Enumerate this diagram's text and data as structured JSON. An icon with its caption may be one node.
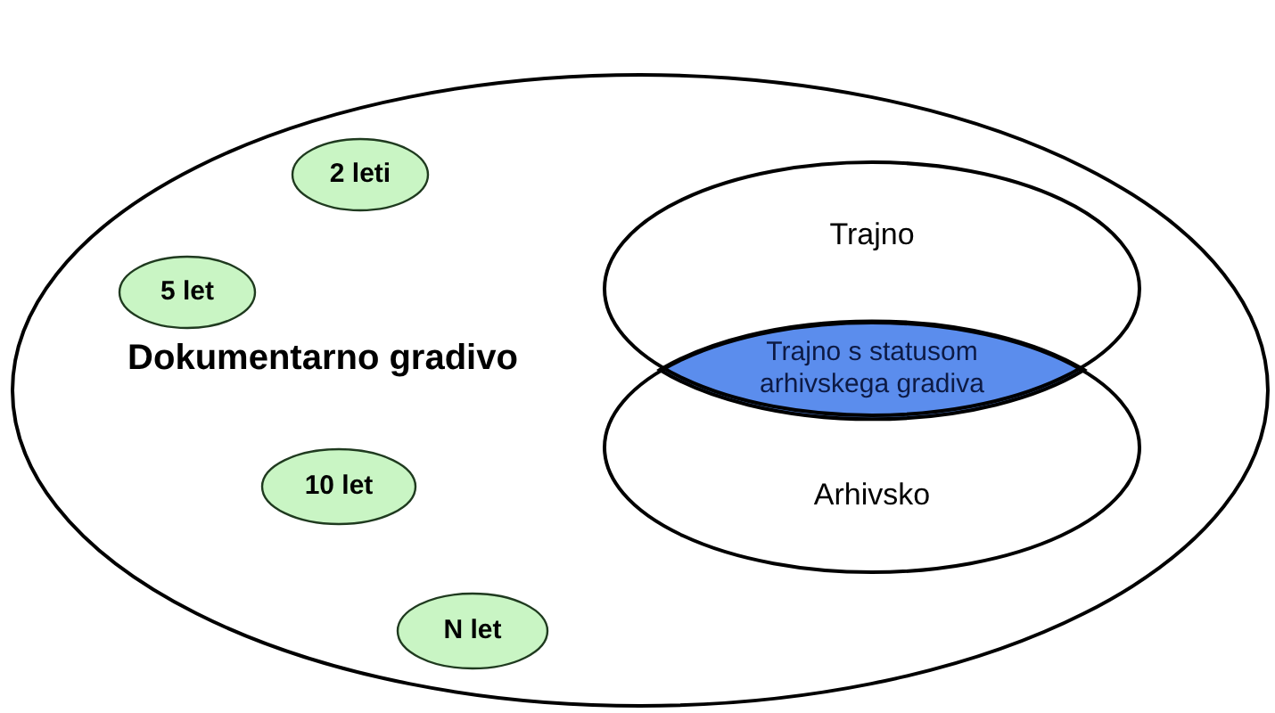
{
  "diagram": {
    "nodes": [
      {
        "text": [
          "Dokumentarno gradivo"
        ]
      },
      {
        "text": [
          "2 leti"
        ],
        "in": 0
      },
      {
        "text": [
          "Trajno"
        ],
        "in": 0
      },
      {
        "text": [
          "5 let"
        ],
        "in": 0
      },
      {
        "text": [
          "Trajno s statusom arhivskega gradiva"
        ]
      },
      {
        "text": [
          "10 let"
        ],
        "in": 0
      },
      {
        "text": [
          "Arhivsko"
        ],
        "in": 0
      },
      {
        "text": [
          "N let"
        ],
        "in": 0
      }
    ],
    "edges": []
  }
}
